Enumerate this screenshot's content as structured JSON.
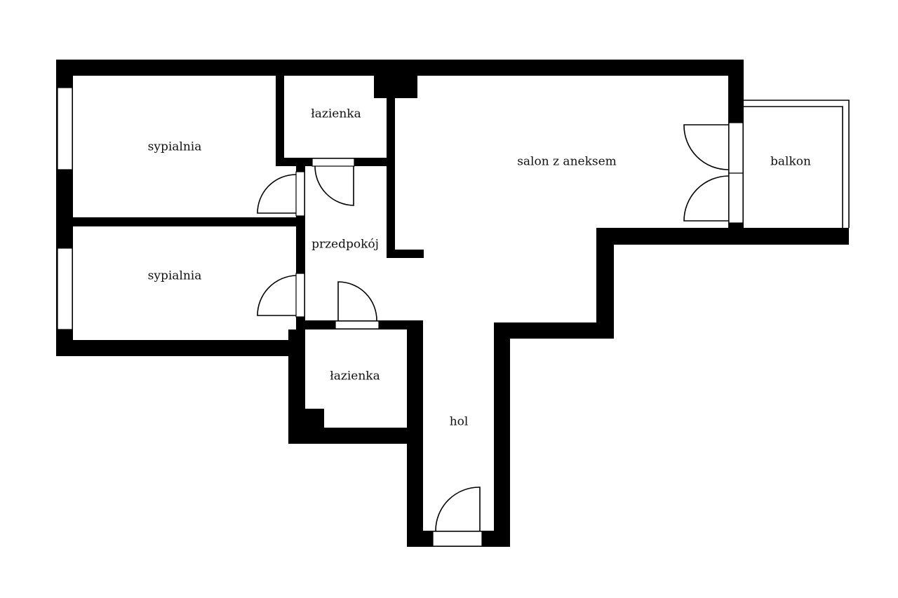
{
  "rooms": {
    "bedroom_1": "sypialnia",
    "bedroom_2": "sypialnia",
    "bathroom_1": "łazienka",
    "bathroom_2": "łazienka",
    "living_room": "salon z aneksem",
    "balcony": "balkon",
    "hallway": "przedpokój",
    "entrance_hall": "hol"
  },
  "colors": {
    "wall": "#000000",
    "floor": "#ffffff"
  }
}
